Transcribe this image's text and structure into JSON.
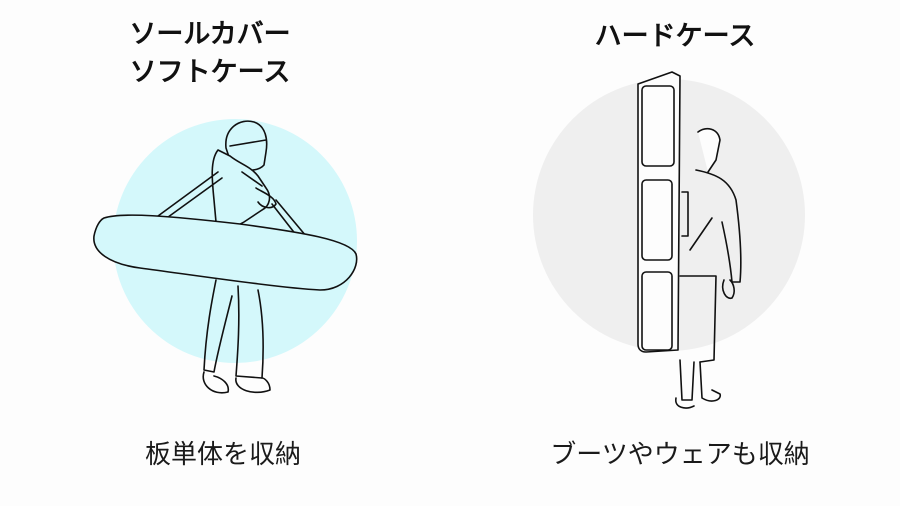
{
  "left": {
    "title_line1": "ソールカバー",
    "title_line2": "ソフトケース",
    "caption": "板単体を収納",
    "circle_color": "#d4f8fb",
    "illustration": "person-carrying-snowboard-with-sole-cover"
  },
  "right": {
    "title": "ハードケース",
    "caption": "ブーツやウェアも収納",
    "circle_color": "#efefef",
    "illustration": "person-with-hard-case-on-back"
  }
}
